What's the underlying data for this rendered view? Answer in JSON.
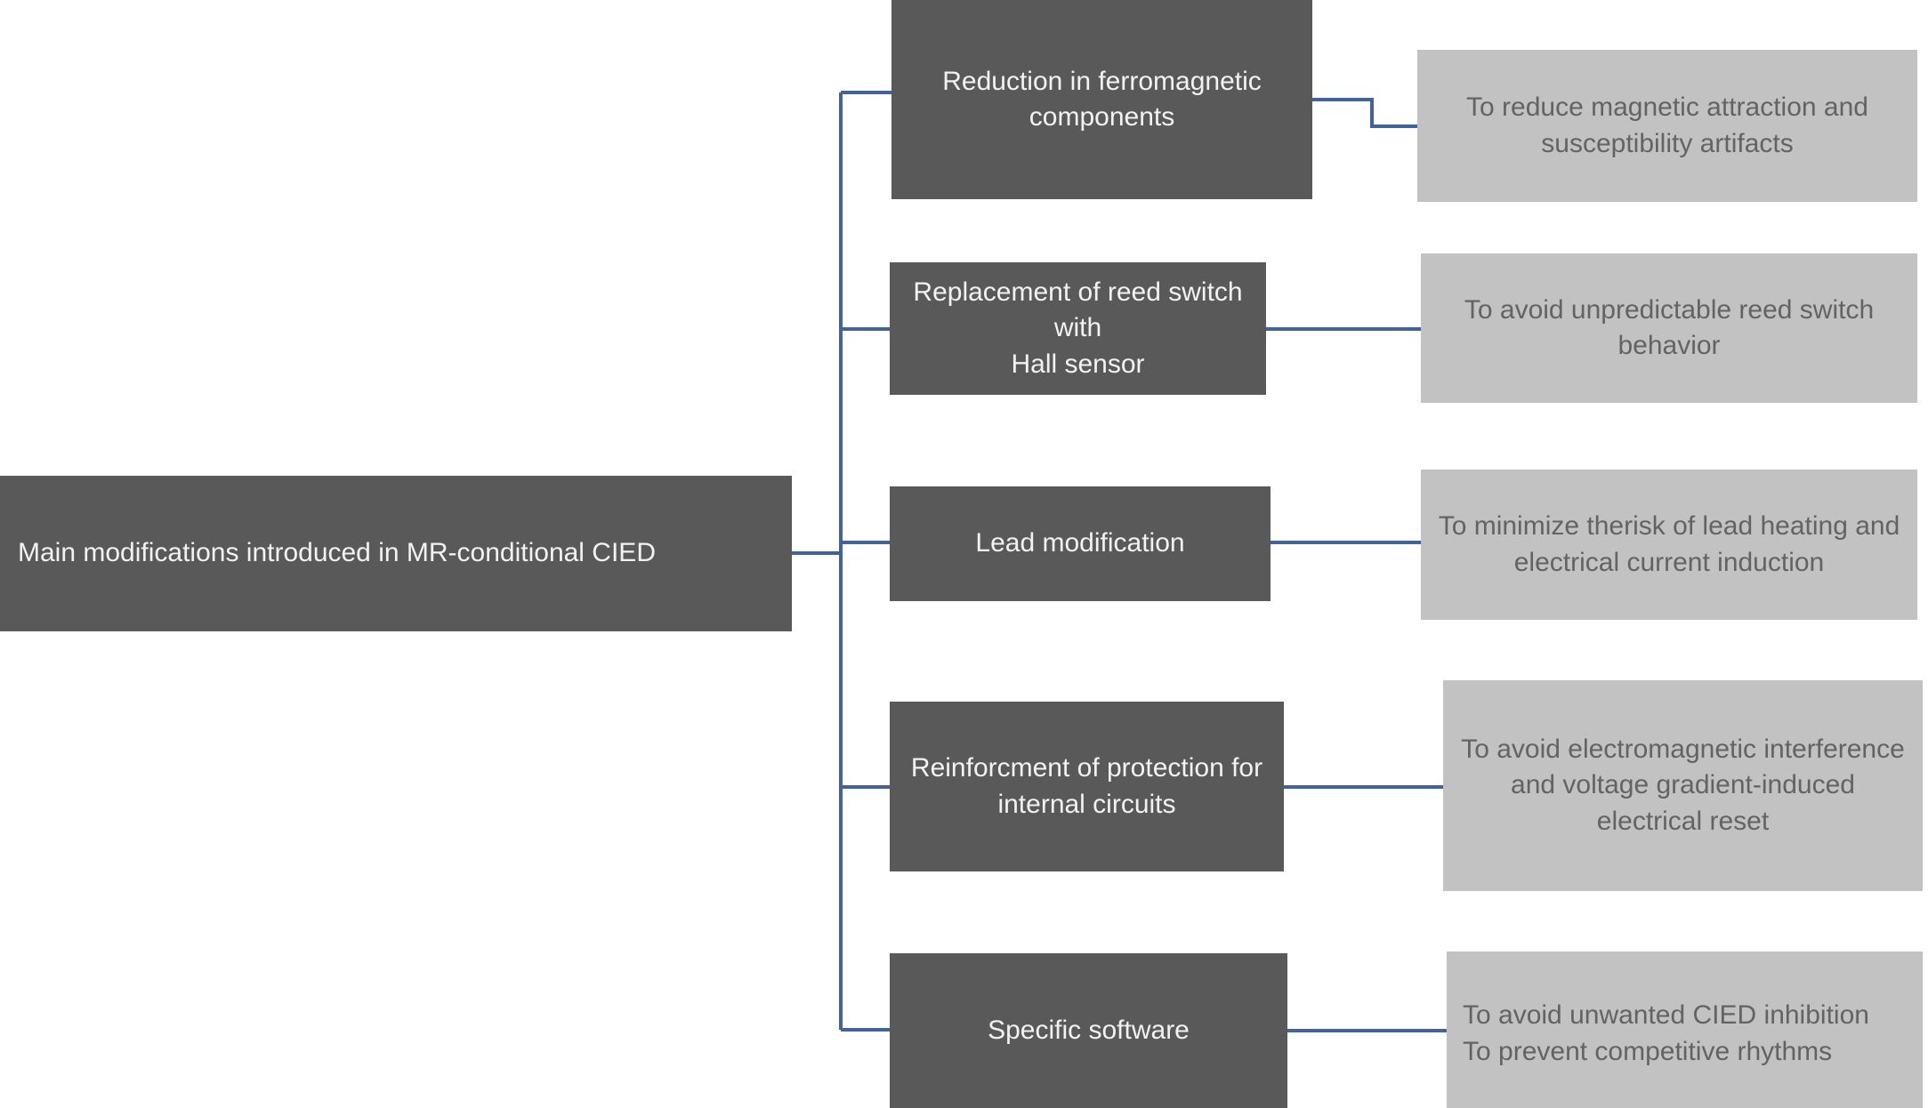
{
  "root": {
    "label": "Main modifications introduced in MR-conditional CIED"
  },
  "branches": [
    {
      "modification": "Reduction in ferromagnetic\ncomponents",
      "purpose": "To reduce magnetic attraction and\nsusceptibility artifacts"
    },
    {
      "modification": "Replacement of reed switch with\nHall sensor",
      "purpose": "To avoid unpredictable reed switch\nbehavior"
    },
    {
      "modification": "Lead modification",
      "purpose": "To minimize therisk of lead heating and\nelectrical current induction"
    },
    {
      "modification": "Reinforcment of protection for\ninternal circuits",
      "purpose": "To avoid electromagnetic interference\nand voltage gradient-induced\nelectrical reset"
    },
    {
      "modification": "Specific software",
      "purpose": "To avoid unwanted CIED inhibition\nTo prevent competitive rhythms"
    }
  ],
  "colors": {
    "background": "#ffffff",
    "dark_box": "#595959",
    "dark_box_text": "#f2f2f2",
    "light_box": "#c2c2c2",
    "light_box_text": "#636363",
    "connector": "#41639c"
  }
}
